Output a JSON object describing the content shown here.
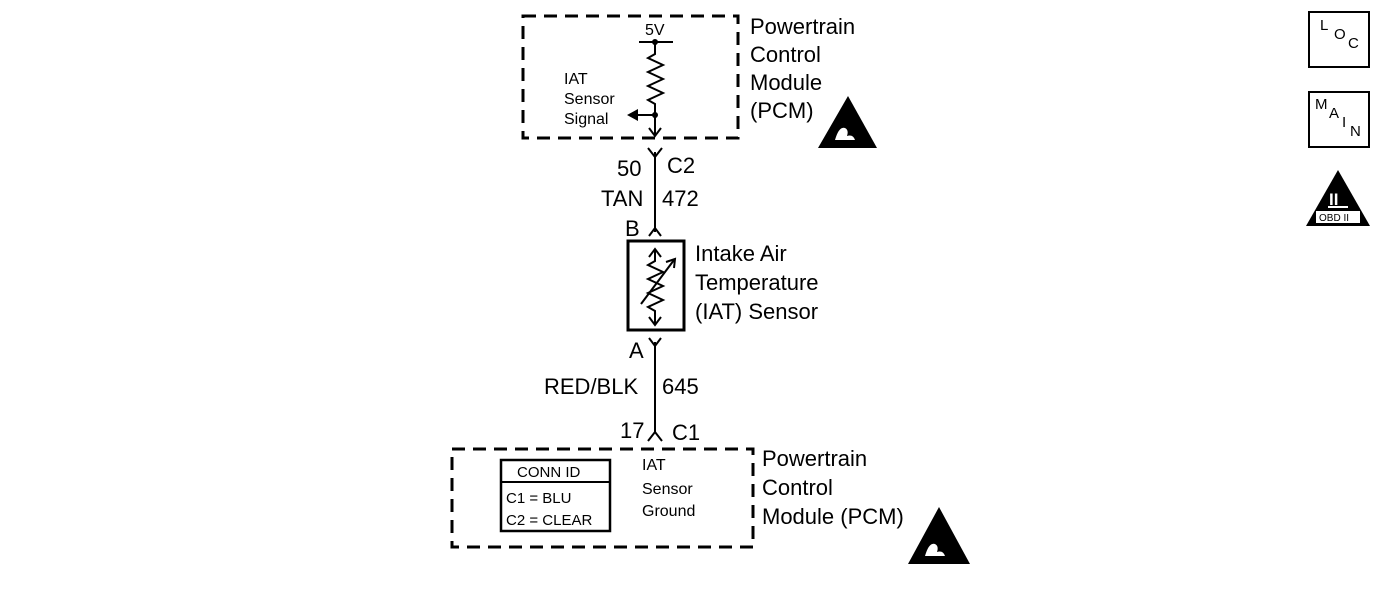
{
  "pcm_top": {
    "title_lines": [
      "Powertrain",
      "Control",
      "Module",
      "(PCM)"
    ],
    "voltage": "5V",
    "signal_lines": [
      "IAT",
      "Sensor",
      "Signal"
    ]
  },
  "connector_top": {
    "pin": "50",
    "id": "C2"
  },
  "wire_top": {
    "color": "TAN",
    "circuit": "472"
  },
  "sensor": {
    "pin_top": "B",
    "pin_bottom": "A",
    "name_lines": [
      "Intake Air",
      "Temperature",
      "(IAT) Sensor"
    ]
  },
  "wire_bottom": {
    "color": "RED/BLK",
    "circuit": "645"
  },
  "connector_bottom": {
    "pin": "17",
    "id": "C1"
  },
  "pcm_bottom": {
    "title_lines": [
      "Powertrain",
      "Control",
      "Module (PCM)"
    ],
    "ground_lines": [
      "IAT",
      "Sensor",
      "Ground"
    ],
    "conn_id": {
      "header": "CONN ID",
      "rows": [
        "C1 = BLU",
        "C2 = CLEAR"
      ]
    }
  },
  "nav": {
    "loc": [
      "L",
      "O",
      "C"
    ],
    "main": [
      "M",
      "A",
      "I",
      "N"
    ],
    "obd": {
      "numeral": "II",
      "label": "OBD II"
    }
  }
}
